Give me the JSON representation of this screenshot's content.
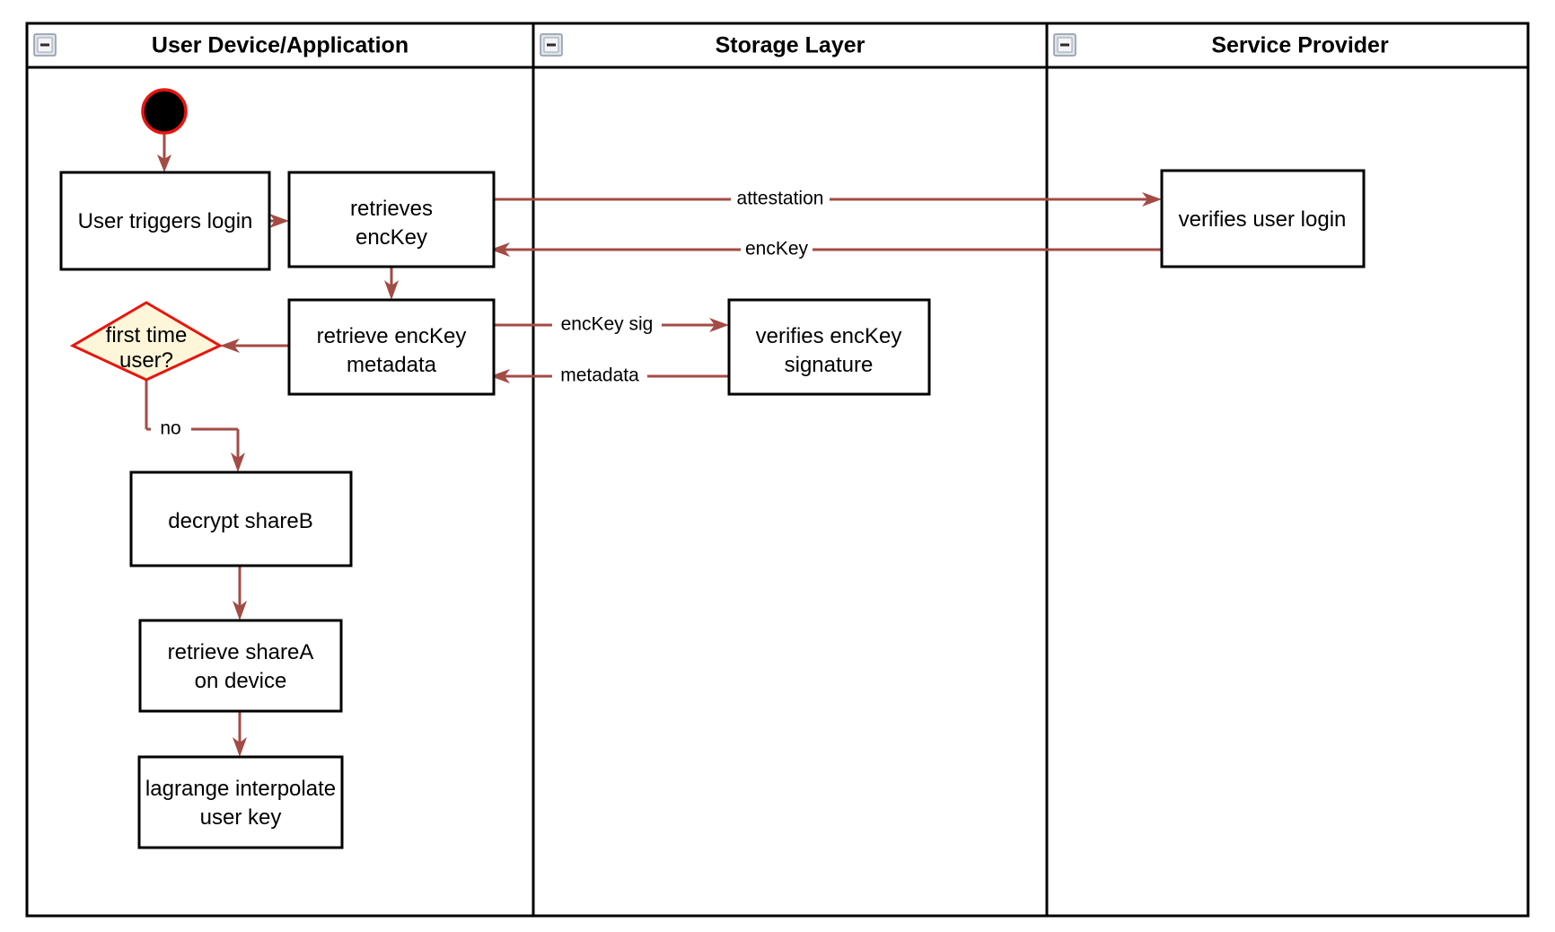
{
  "diagram": {
    "title": "Login flow swimlane diagram",
    "type": "swimlane-flowchart",
    "background_color": "#ffffff",
    "colors": {
      "lane_border": "#000000",
      "node_border": "#000000",
      "node_fill": "#ffffff",
      "decision_fill": "#fdf6d8",
      "decision_border": "#e8150f",
      "flow_arrow": "#a34b45",
      "start_node_fill": "#000000",
      "start_node_ring": "#e8150f",
      "text": "#000000"
    }
  },
  "lanes": [
    {
      "id": "lane-user-device",
      "title": "User Device/Application",
      "collapse_icon": "minus-square-icon"
    },
    {
      "id": "lane-storage-layer",
      "title": "Storage Layer",
      "collapse_icon": "minus-square-icon"
    },
    {
      "id": "lane-service-provider",
      "title": "Service Provider",
      "collapse_icon": "minus-square-icon"
    }
  ],
  "nodes": [
    {
      "id": "start",
      "kind": "start",
      "lane": "lane-user-device",
      "label": ""
    },
    {
      "id": "user-triggers-login",
      "kind": "process",
      "lane": "lane-user-device",
      "label_lines": [
        "User triggers login"
      ]
    },
    {
      "id": "retrieves-enckey",
      "kind": "process",
      "lane": "lane-user-device",
      "label_lines": [
        "retrieves",
        "encKey"
      ]
    },
    {
      "id": "retrieve-enckey-metadata",
      "kind": "process",
      "lane": "lane-user-device",
      "label_lines": [
        "retrieve encKey",
        "metadata"
      ]
    },
    {
      "id": "first-time-user",
      "kind": "decision",
      "lane": "lane-user-device",
      "label_lines": [
        "first time",
        "user?"
      ]
    },
    {
      "id": "decrypt-shareb",
      "kind": "process",
      "lane": "lane-user-device",
      "label_lines": [
        "decrypt shareB"
      ]
    },
    {
      "id": "retrieve-sharea-on-device",
      "kind": "process",
      "lane": "lane-user-device",
      "label_lines": [
        "retrieve shareA",
        "on device"
      ]
    },
    {
      "id": "lagrange-interpolate-user-key",
      "kind": "process",
      "lane": "lane-user-device",
      "label_lines": [
        "lagrange interpolate",
        "user key"
      ]
    },
    {
      "id": "verifies-enckey-signature",
      "kind": "process",
      "lane": "lane-storage-layer",
      "label_lines": [
        "verifies encKey",
        "signature"
      ]
    },
    {
      "id": "verifies-user-login",
      "kind": "process",
      "lane": "lane-service-provider",
      "label_lines": [
        "verifies user login"
      ]
    }
  ],
  "edges": [
    {
      "id": "e-start-login",
      "from": "start",
      "to": "user-triggers-login",
      "label": ""
    },
    {
      "id": "e-login-retrieves",
      "from": "user-triggers-login",
      "to": "retrieves-enckey",
      "label": ""
    },
    {
      "id": "e-attestation",
      "from": "retrieves-enckey",
      "to": "verifies-user-login",
      "label": "attestation"
    },
    {
      "id": "e-enckey",
      "from": "verifies-user-login",
      "to": "retrieves-enckey",
      "label": "encKey"
    },
    {
      "id": "e-retrieves-metadata",
      "from": "retrieves-enckey",
      "to": "retrieve-enckey-metadata",
      "label": ""
    },
    {
      "id": "e-enckey-sig",
      "from": "retrieve-enckey-metadata",
      "to": "verifies-enckey-signature",
      "label": "encKey sig"
    },
    {
      "id": "e-metadata",
      "from": "verifies-enckey-signature",
      "to": "retrieve-enckey-metadata",
      "label": "metadata"
    },
    {
      "id": "e-metadata-decision",
      "from": "retrieve-enckey-metadata",
      "to": "first-time-user",
      "label": ""
    },
    {
      "id": "e-decision-no",
      "from": "first-time-user",
      "to": "decrypt-shareb",
      "label": "no"
    },
    {
      "id": "e-shareb-sharea",
      "from": "decrypt-shareb",
      "to": "retrieve-sharea-on-device",
      "label": ""
    },
    {
      "id": "e-sharea-lagrange",
      "from": "retrieve-sharea-on-device",
      "to": "lagrange-interpolate-user-key",
      "label": ""
    }
  ]
}
